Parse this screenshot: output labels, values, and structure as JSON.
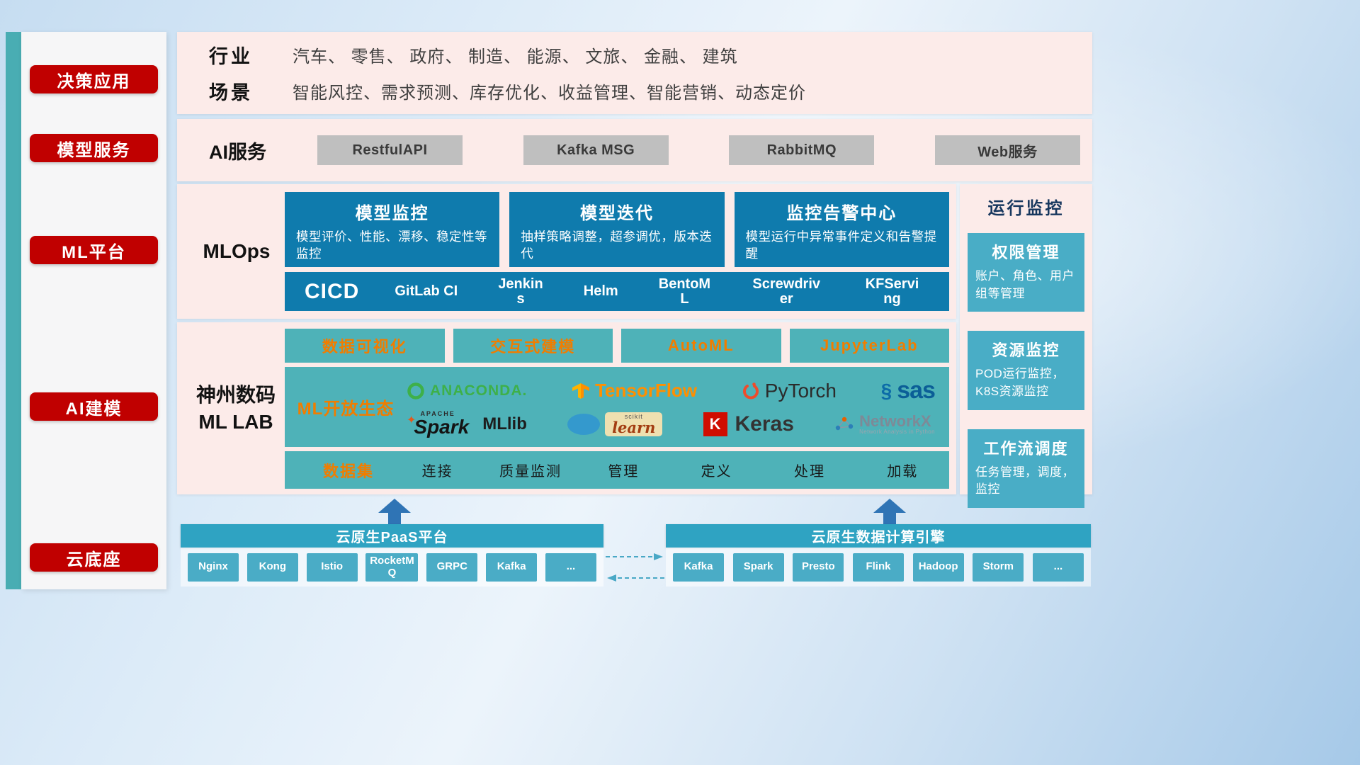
{
  "colors": {
    "red_accent": "#c00000",
    "pink_panel": "#fcebe9",
    "blue_card": "#0f7bad",
    "teal_box": "#4eb2b8",
    "teal_monitor_card": "#49adc6",
    "teal_banner": "#2fa3c2",
    "teal_chip": "#4aacc6",
    "orange_accent": "#f07d00",
    "gray_button": "#bfbfbf",
    "arrow_blue": "#2f74b5",
    "navy_title": "#17375e"
  },
  "icons": {
    "sas_mark": "§",
    "spark_star": "✦"
  },
  "sidebar": {
    "items": [
      {
        "label": "决策应用"
      },
      {
        "label": "模型服务"
      },
      {
        "label": "ML平台"
      },
      {
        "label": "AI建模"
      },
      {
        "label": "云底座"
      }
    ]
  },
  "industry": {
    "row1_label": "行业",
    "row1_text": "汽车、 零售、 政府、 制造、 能源、 文旅、 金融、 建筑",
    "row2_label": "场景",
    "row2_text": "智能风控、需求预测、库存优化、收益管理、智能营销、动态定价"
  },
  "ai_service": {
    "label": "AI服务",
    "buttons": [
      "RestfulAPI",
      "Kafka MSG",
      "RabbitMQ",
      "Web服务"
    ]
  },
  "mlops": {
    "label": "MLOps",
    "cards": [
      {
        "title": "模型监控",
        "desc": "模型评价、性能、漂移、稳定性等监控"
      },
      {
        "title": "模型迭代",
        "desc": "抽样策略调整，超参调优，版本迭代"
      },
      {
        "title": "监控告警中心",
        "desc": "模型运行中异常事件定义和告警提醒"
      }
    ],
    "cicd_label": "CICD",
    "cicd_tools": [
      "GitLab CI",
      "Jenkins",
      "Helm",
      "BentoML",
      "Screwdriver",
      "KFServing"
    ]
  },
  "mllab": {
    "label_line1": "神州数码",
    "label_line2": "ML LAB",
    "top_buttons": [
      "数据可视化",
      "交互式建模",
      "AutoML",
      "JupyterLab"
    ],
    "eco_label": "ML开放生态",
    "logos": {
      "anaconda": "ANACONDA.",
      "tensorflow": "TensorFlow",
      "pytorch": "PyTorch",
      "sas": "sas",
      "spark_apache": "APACHE",
      "spark": "Spark",
      "mllib": "MLlib",
      "scikit_top": "scikit",
      "scikit_learn": "learn",
      "keras_k": "K",
      "keras": "Keras",
      "networkx": "NetworkX",
      "networkx_sub": "Network Analysis in Python"
    },
    "dataset_label": "数据集",
    "dataset_items": [
      "连接",
      "质量监测",
      "管理",
      "定义",
      "处理",
      "加载"
    ]
  },
  "monitoring": {
    "title": "运行监控",
    "cards": [
      {
        "title": "权限管理",
        "desc": "账户、角色、用户组等管理"
      },
      {
        "title": "资源监控",
        "desc": "POD运行监控，K8S资源监控"
      },
      {
        "title": "工作流调度",
        "desc": "任务管理，调度，监控"
      }
    ]
  },
  "foundation": {
    "left": {
      "title": "云原生PaaS平台",
      "items": [
        "Nginx",
        "Kong",
        "Istio",
        "RocketMQ",
        "GRPC",
        "Kafka",
        "..."
      ]
    },
    "right": {
      "title": "云原生数据计算引擎",
      "items": [
        "Kafka",
        "Spark",
        "Presto",
        "Flink",
        "Hadoop",
        "Storm",
        "..."
      ]
    }
  }
}
